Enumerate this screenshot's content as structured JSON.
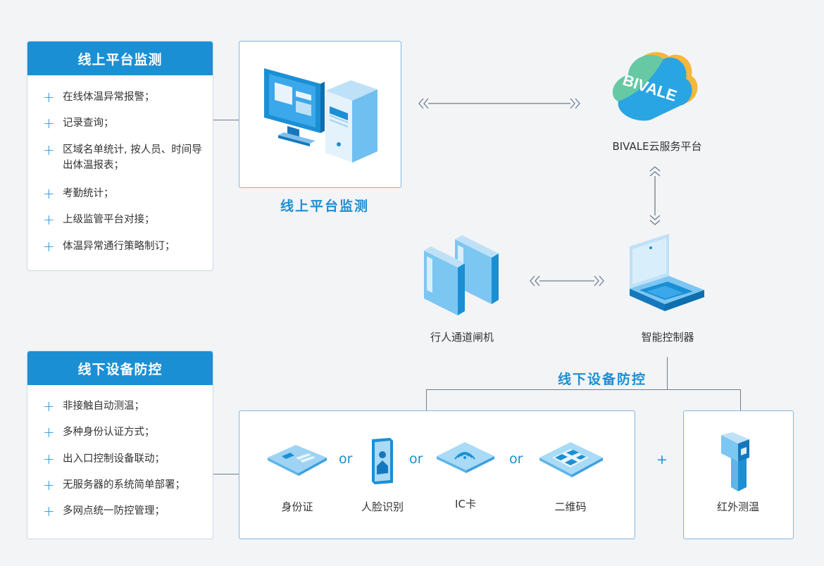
{
  "online": {
    "title": "线上平台监测",
    "items": [
      "在线体温异常报警；",
      "记录查询；",
      "区域名单统计, 按人员、时间导出体温报表；",
      "考勤统计；",
      "上级监管平台对接；",
      "体温异常通行策略制订；"
    ]
  },
  "offline": {
    "title": "线下设备防控",
    "items": [
      "非接触自动测温；",
      "多种身份认证方式；",
      "出入口控制设备联动；",
      "无服务器的系统简单部署；",
      "多网点统一防控管理；"
    ]
  },
  "diagram": {
    "online_label": "线上平台监测",
    "cloud_brand": "BIVALE",
    "cloud_label": "BIVALE云服务平台",
    "gate_label": "行人通道闸机",
    "controller_label": "智能控制器",
    "offline_label": "线下设备防控",
    "devices": [
      "身份证",
      "人脸识别",
      "IC卡",
      "二维码"
    ],
    "or_text": "or",
    "plus_text": "+",
    "thermo_label": "红外测温"
  },
  "colors": {
    "accent": "#1b8fd4",
    "border": "#7fb6e3"
  }
}
